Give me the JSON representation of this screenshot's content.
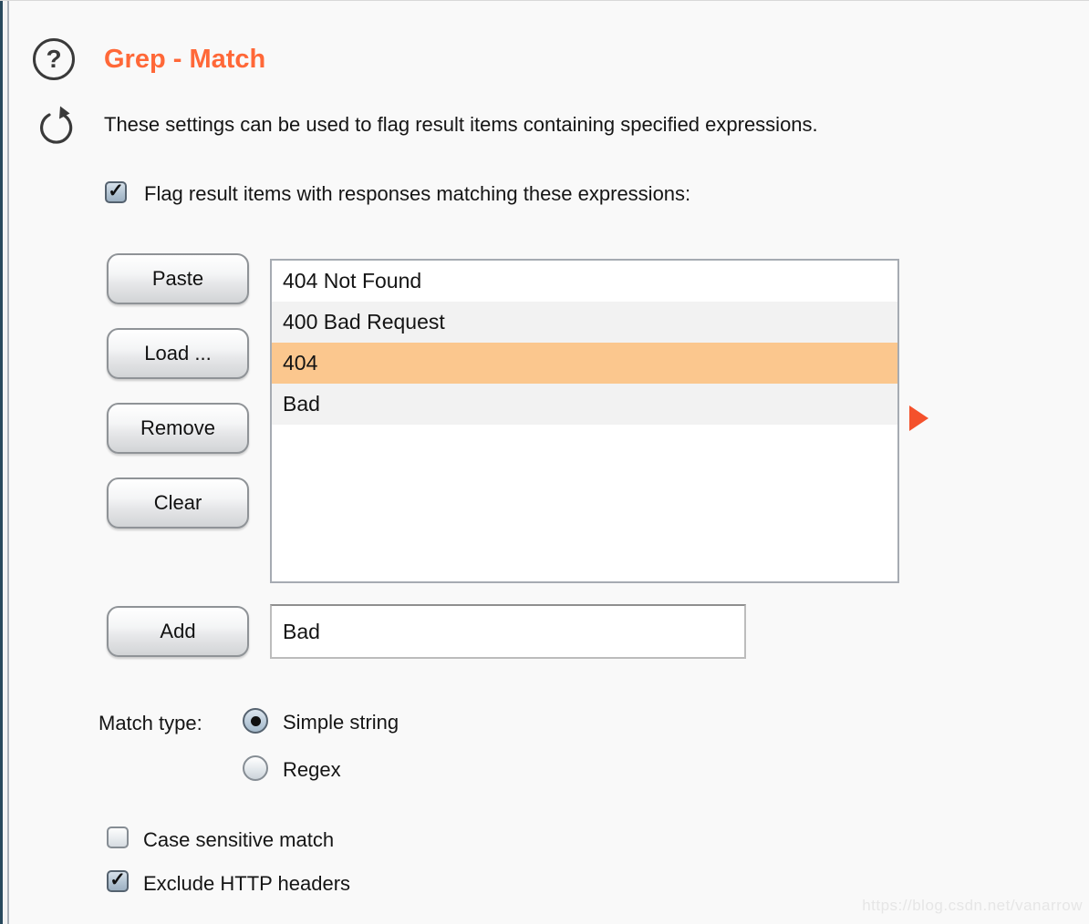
{
  "panel": {
    "title": "Grep - Match",
    "description": "These settings can be used to flag result items containing specified expressions."
  },
  "colors": {
    "accent_orange": "#ff6838",
    "selected_row": "#fbc78e",
    "selection_arrow": "#f4512c",
    "window_edge": "#27485c"
  },
  "icons": {
    "help_glyph": "?",
    "checkmark_glyph": "✓"
  },
  "flag_checkbox": {
    "label": "Flag result items with responses matching these expressions:",
    "checked": true
  },
  "buttons": {
    "paste": "Paste",
    "load": "Load ...",
    "remove": "Remove",
    "clear": "Clear",
    "add": "Add"
  },
  "expression_list": {
    "items": [
      {
        "text": "404 Not Found",
        "selected": false
      },
      {
        "text": "400 Bad Request",
        "selected": false
      },
      {
        "text": "404",
        "selected": true
      },
      {
        "text": "Bad",
        "selected": false
      }
    ],
    "selected_index": 2
  },
  "add_input": {
    "value": "Bad"
  },
  "match_type": {
    "label": "Match type:",
    "options": [
      {
        "label": "Simple string",
        "selected": true
      },
      {
        "label": "Regex",
        "selected": false
      }
    ]
  },
  "options": {
    "case_sensitive": {
      "label": "Case sensitive match",
      "checked": false
    },
    "exclude_headers": {
      "label": "Exclude HTTP headers",
      "checked": true
    }
  },
  "watermark": "https://blog.csdn.net/vanarrow"
}
